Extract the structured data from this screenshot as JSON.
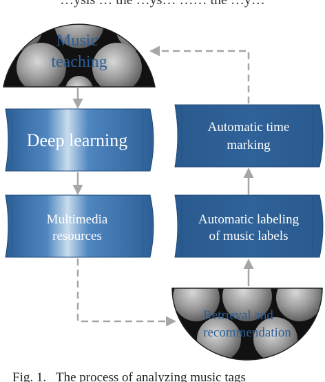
{
  "header_text": "…ysis … the …ys… …… the …y…",
  "nodes": {
    "music_teaching": {
      "line1": "Music",
      "line2": "teaching"
    },
    "deep_learning": {
      "label": "Deep learning"
    },
    "multimedia_resources": {
      "line1": "Multimedia",
      "line2": "resources"
    },
    "retrieval": {
      "line1": "Retrieval and",
      "line2": "recommendation"
    },
    "labeling": {
      "line1": "Automatic labeling",
      "line2": "of music labels"
    },
    "time_marking": {
      "line1": "Automatic time",
      "line2": "marking"
    }
  },
  "caption": "Fig. 1.   The process of analyzing music tags",
  "colors": {
    "box_dark": "#2d5f96",
    "box_light": "#c9dced",
    "arrow": "#a6a6a6",
    "sphere_text": "#2d5f96",
    "box_text": "#ffffff"
  }
}
